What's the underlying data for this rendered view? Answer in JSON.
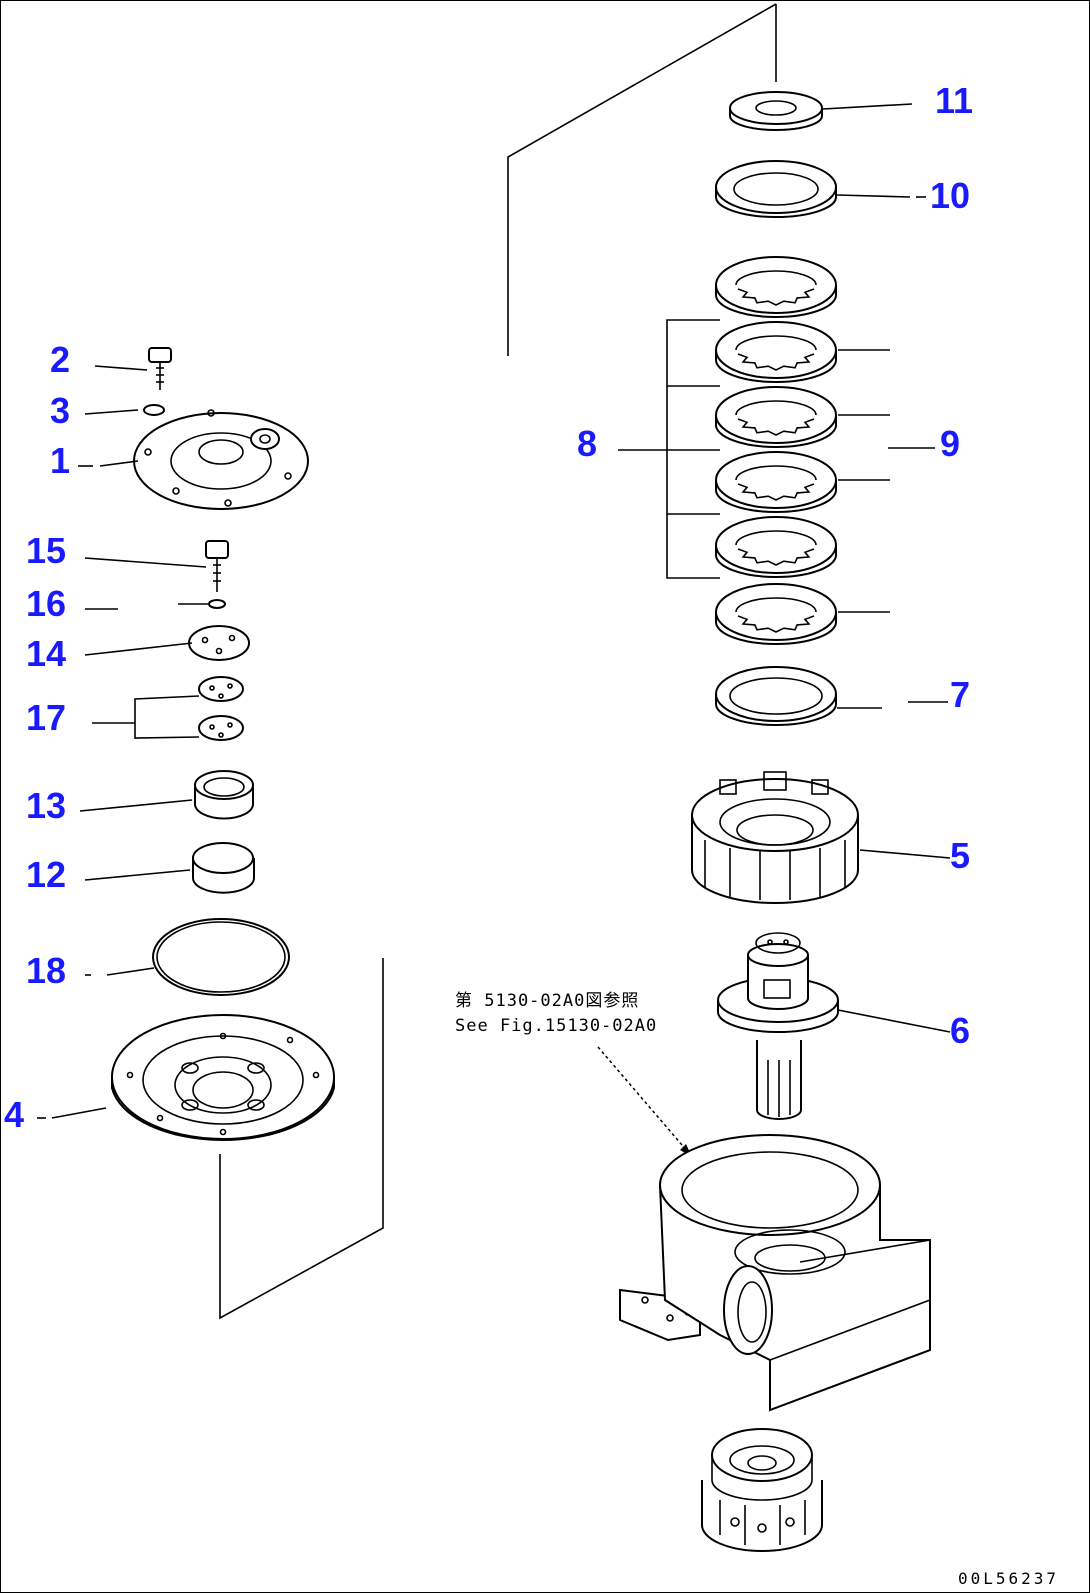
{
  "callouts": {
    "c1": "1",
    "c2": "2",
    "c3": "3",
    "c4": "4",
    "c5": "5",
    "c6": "6",
    "c7": "7",
    "c8": "8",
    "c9": "9",
    "c10": "10",
    "c11": "11",
    "c12": "12",
    "c13": "13",
    "c14": "14",
    "c15": "15",
    "c16": "16",
    "c17": "17",
    "c18": "18"
  },
  "reference_note": {
    "line1": "第 5130-02A0図参照",
    "line2": "See Fig.15130-02A0"
  },
  "drawing_code": "00L56237",
  "colors": {
    "callout": "#1a1aff",
    "line": "#000000",
    "background": "#ffffff"
  }
}
